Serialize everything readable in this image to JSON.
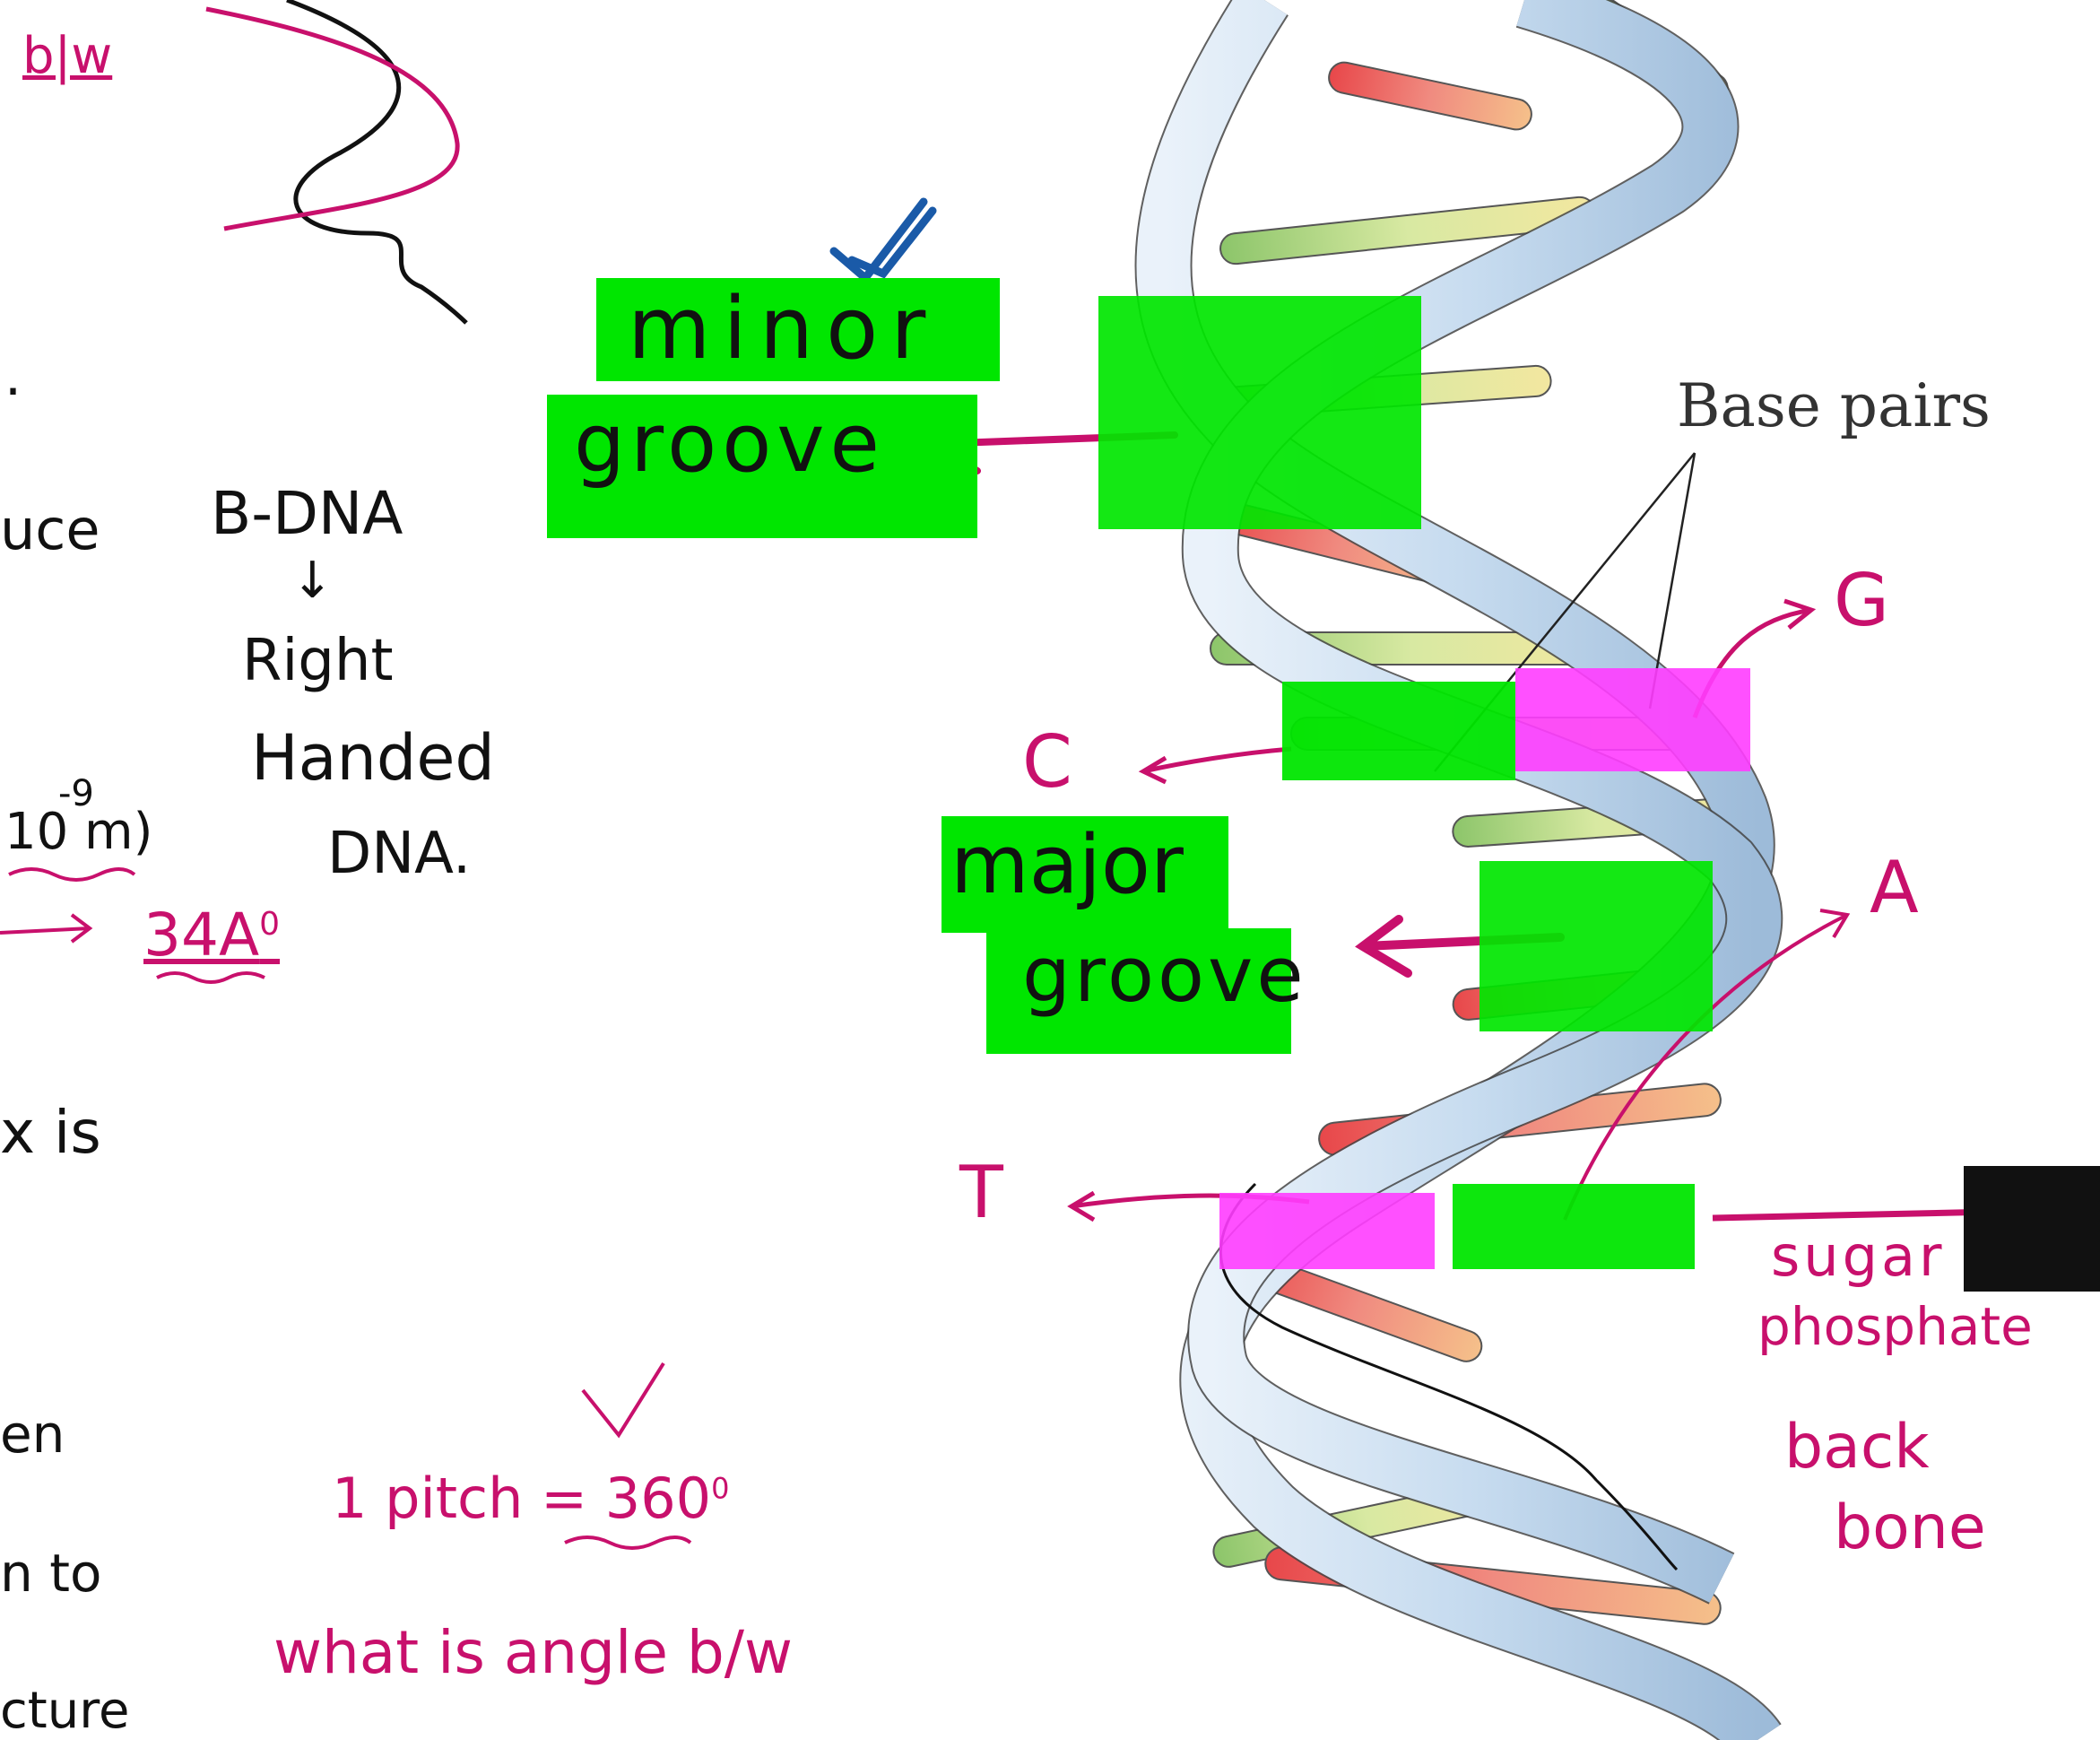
{
  "colors": {
    "pink": "#c8106c",
    "highlight_green": "#00e600",
    "highlight_magenta": "#ff3dff",
    "ink_black": "#111111",
    "ink_blue": "#1a5aa8",
    "backbone": "#c9dcef"
  },
  "left_notes": {
    "blw": "b|w",
    "dot_line": ".",
    "uce": "uce",
    "bdna": "B-DNA",
    "down_arrow": "↓",
    "right": "Right",
    "handed": "Handed",
    "dna": "DNA.",
    "exp": "10 m)",
    "exp_sup": "-9",
    "angstrom": "34A",
    "angstrom_sup": "0",
    "x_is": "x is",
    "en": "en",
    "n_to": "n to",
    "cture": "cture"
  },
  "bottom_notes": {
    "pitch": "1 pitch = 360",
    "pitch_sup": "0",
    "question": "what is angle b/w"
  },
  "groove_labels": {
    "minor_1": "minor",
    "minor_2": "groove",
    "major_1": "major",
    "major_2": "groove"
  },
  "base_labels": {
    "base_pairs": "Base pairs",
    "g": "G",
    "c": "C",
    "a": "A",
    "t": "T"
  },
  "backbone_label": {
    "line1": "sugar",
    "line2": "phosphate",
    "line3": "back",
    "line4": "bone"
  }
}
